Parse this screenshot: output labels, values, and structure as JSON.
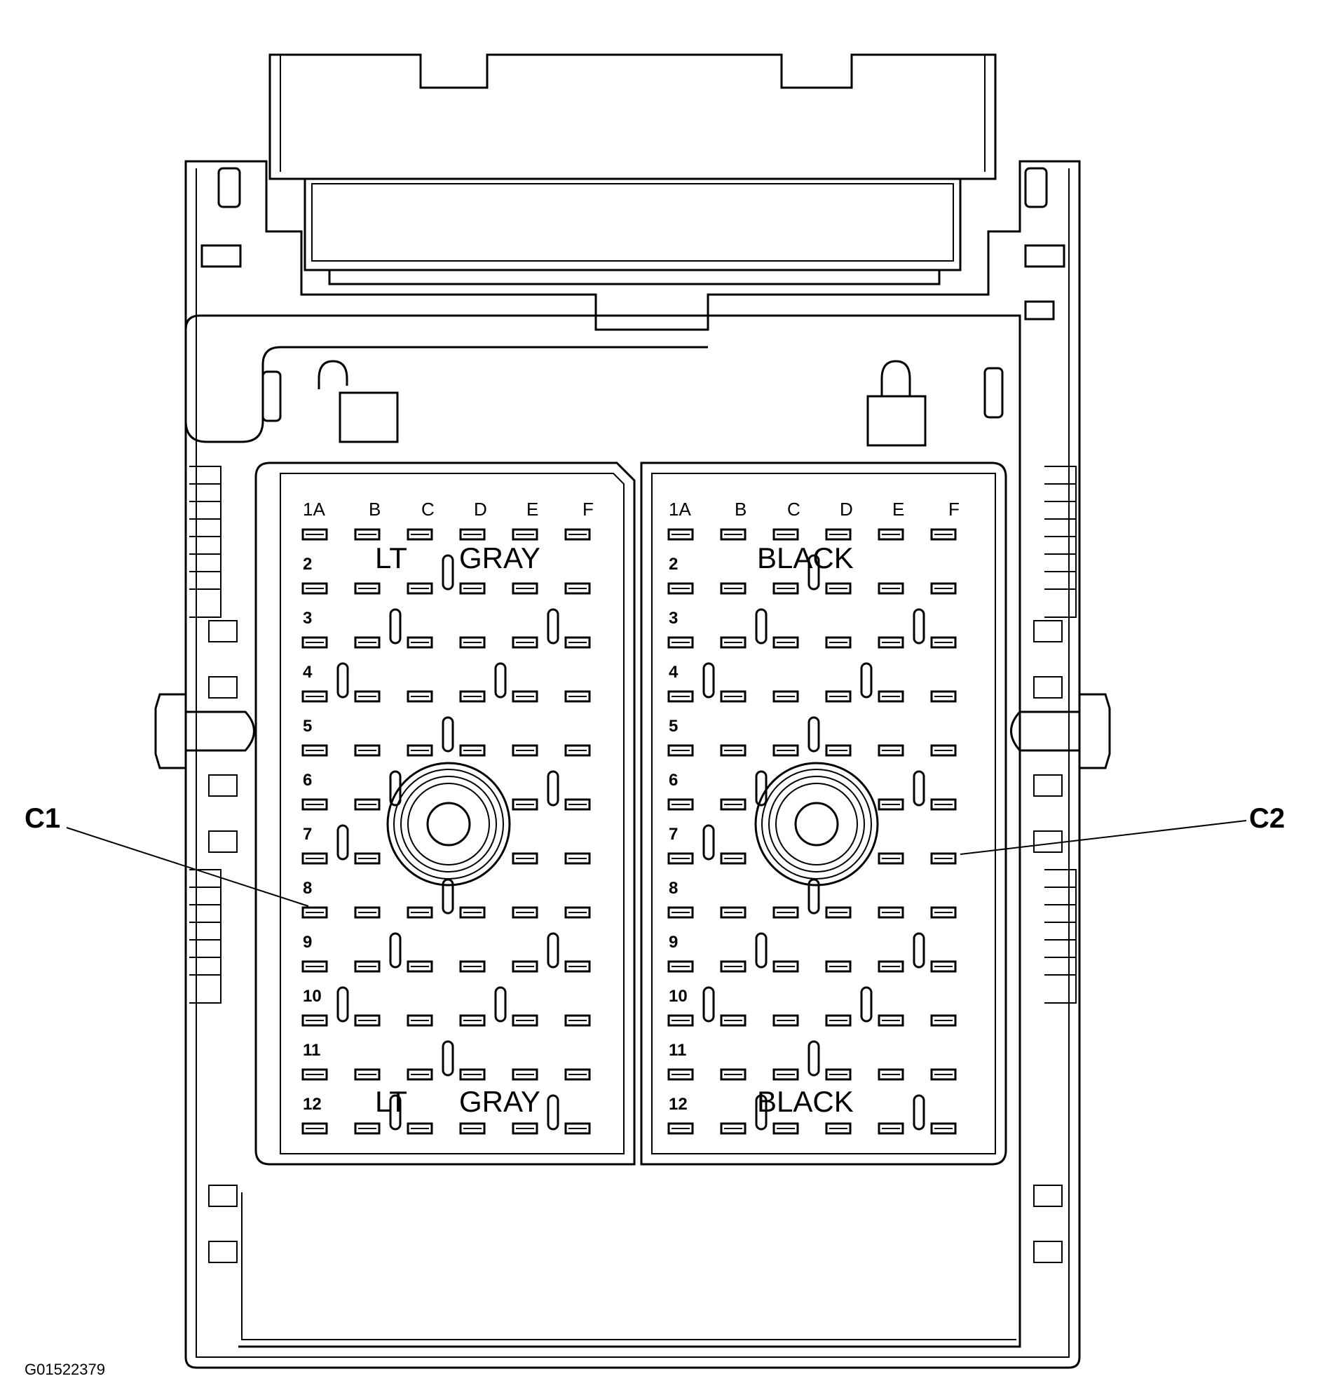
{
  "figure_id": "G01522379",
  "connectors": [
    {
      "callout": "C1",
      "color_label_word1": "LT",
      "color_label_word2": "GRAY",
      "columns": [
        "1A",
        "B",
        "C",
        "D",
        "E",
        "F"
      ],
      "rows": [
        "2",
        "3",
        "4",
        "5",
        "6",
        "7",
        "8",
        "9",
        "10",
        "11",
        "12"
      ]
    },
    {
      "callout": "C2",
      "color_label": "BLACK",
      "columns": [
        "1A",
        "B",
        "C",
        "D",
        "E",
        "F"
      ],
      "rows": [
        "2",
        "3",
        "4",
        "5",
        "6",
        "7",
        "8",
        "9",
        "10",
        "11",
        "12"
      ]
    }
  ],
  "icons": {
    "left_lock": "unlocked-padlock-icon",
    "right_lock": "locked-padlock-icon"
  }
}
